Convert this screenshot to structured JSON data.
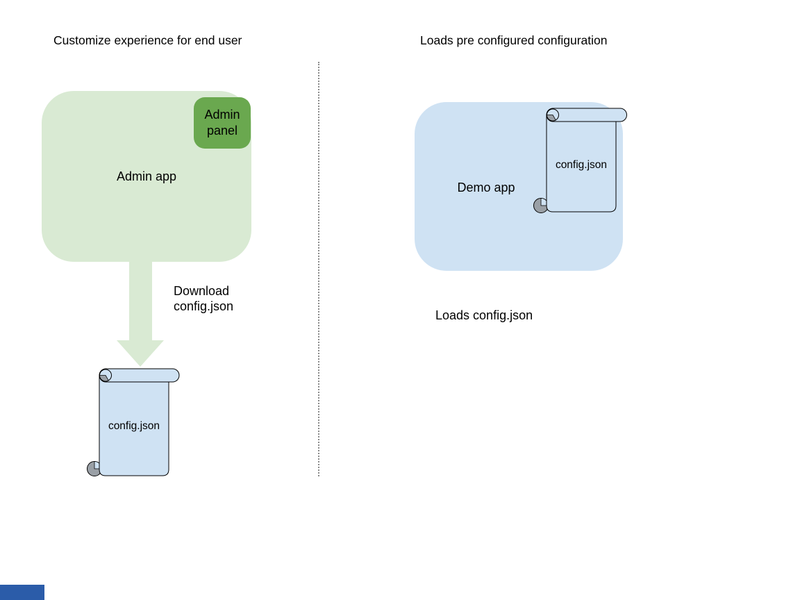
{
  "left": {
    "title": "Customize experience for end user",
    "admin_app_label": "Admin app",
    "admin_panel": {
      "line1": "Admin",
      "line2": "panel"
    },
    "download_label": {
      "line1": "Download",
      "line2": "config.json"
    },
    "config_file_label": "config.json"
  },
  "right": {
    "title": "Loads pre configured configuration",
    "demo_app_label": "Demo app",
    "config_file_label": "config.json",
    "loads_label": "Loads config.json"
  },
  "colors": {
    "admin_app_fill": "#d9ead3",
    "admin_panel_fill": "#6aa84f",
    "arrow_fill": "#d9ead3",
    "demo_app_fill": "#cfe2f3",
    "scroll_fill": "#cfe2f3",
    "scroll_stroke": "#000000",
    "scroll_curl_shade": "#9aa0a6",
    "divider_color": "#8a8a8a",
    "text_color": "#000000",
    "corner_fragment_fill": "#2b5ca9"
  }
}
